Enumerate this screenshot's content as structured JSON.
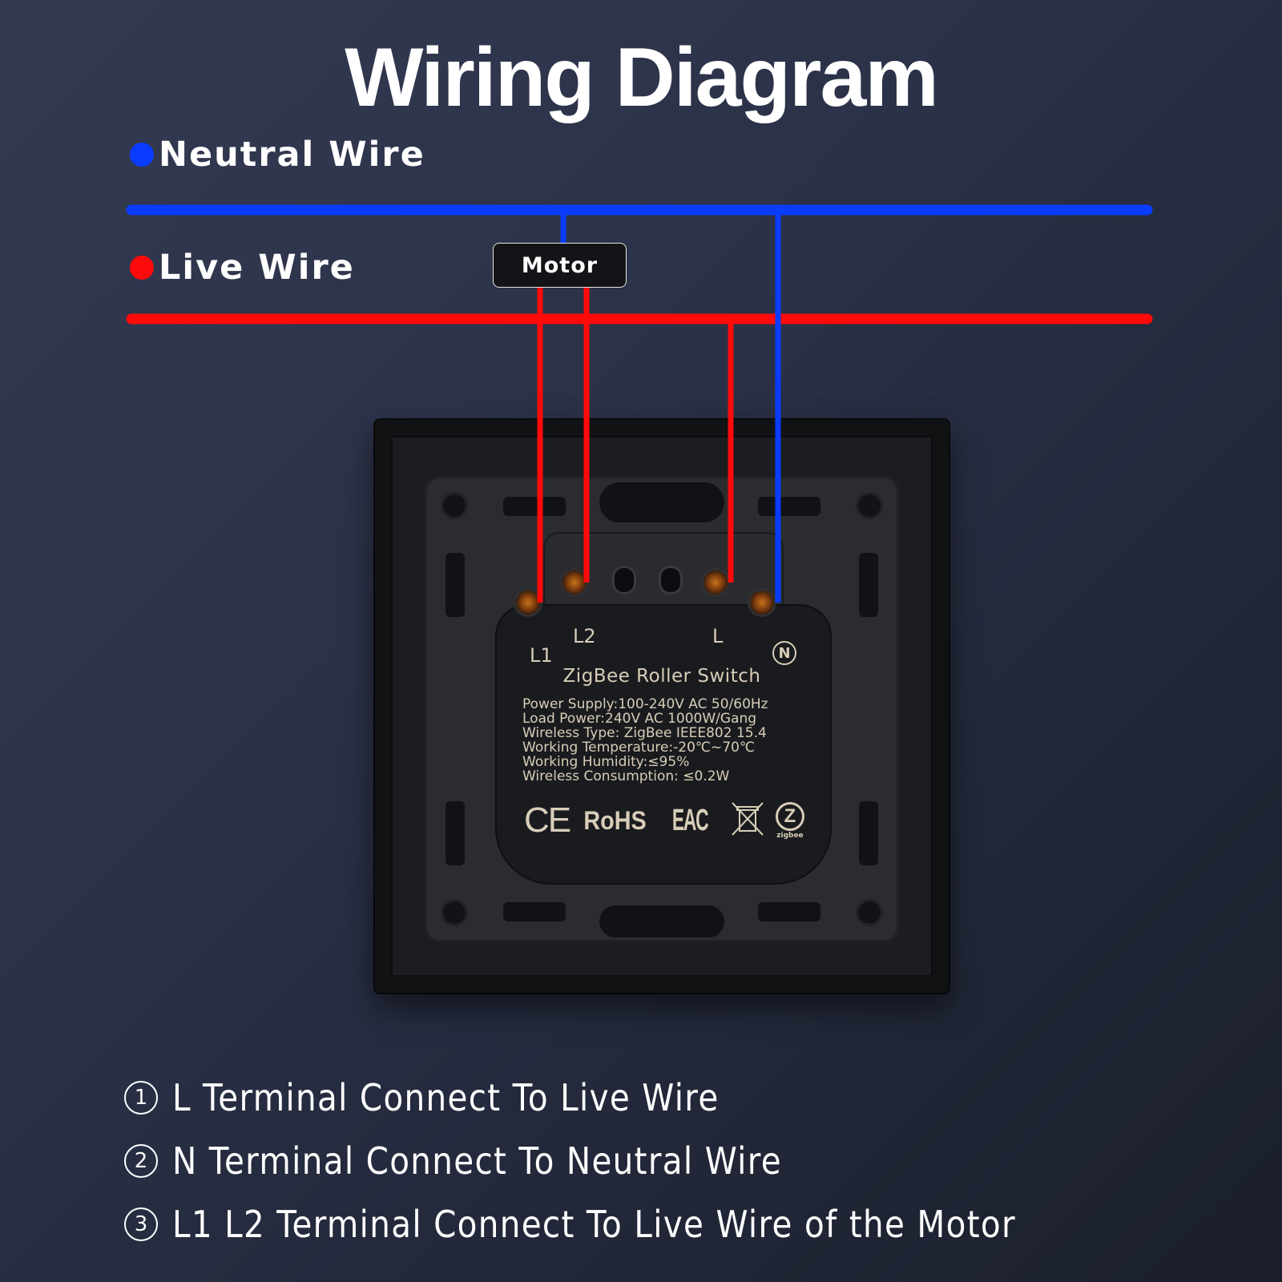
{
  "title": "Wiring Diagram",
  "legend": {
    "neutral": {
      "label": "Neutral Wire",
      "color": "#0a3cff"
    },
    "live": {
      "label": "Live Wire",
      "color": "#ff0a0a"
    }
  },
  "motor_label": "Motor",
  "device": {
    "terminals": {
      "l1": "L1",
      "l2": "L2",
      "l": "L",
      "n": "N"
    },
    "name": "ZigBee Roller Switch",
    "specs": [
      "Power Supply:100-240V AC 50/60Hz",
      "Load Power:240V AC 1000W/Gang",
      "Wireless Type: ZigBee IEEE802  15.4",
      "Working Temperature:-20℃~70℃",
      "Working Humidity:≤95%",
      "Wireless Consumption:  ≤0.2W"
    ],
    "certifications": {
      "ce": "CE",
      "rohs": "RoHS",
      "eac": "EAC",
      "weee": "weee-crossed-bin-icon",
      "zigbee_logo": "Z",
      "zigbee_text": "zigbee"
    }
  },
  "steps": [
    {
      "num": "1",
      "text": "L Terminal Connect To Live Wire"
    },
    {
      "num": "2",
      "text": "N Terminal Connect To Neutral Wire"
    },
    {
      "num": "3",
      "text": "L1 L2 Terminal Connect To Live Wire of the Motor"
    }
  ]
}
